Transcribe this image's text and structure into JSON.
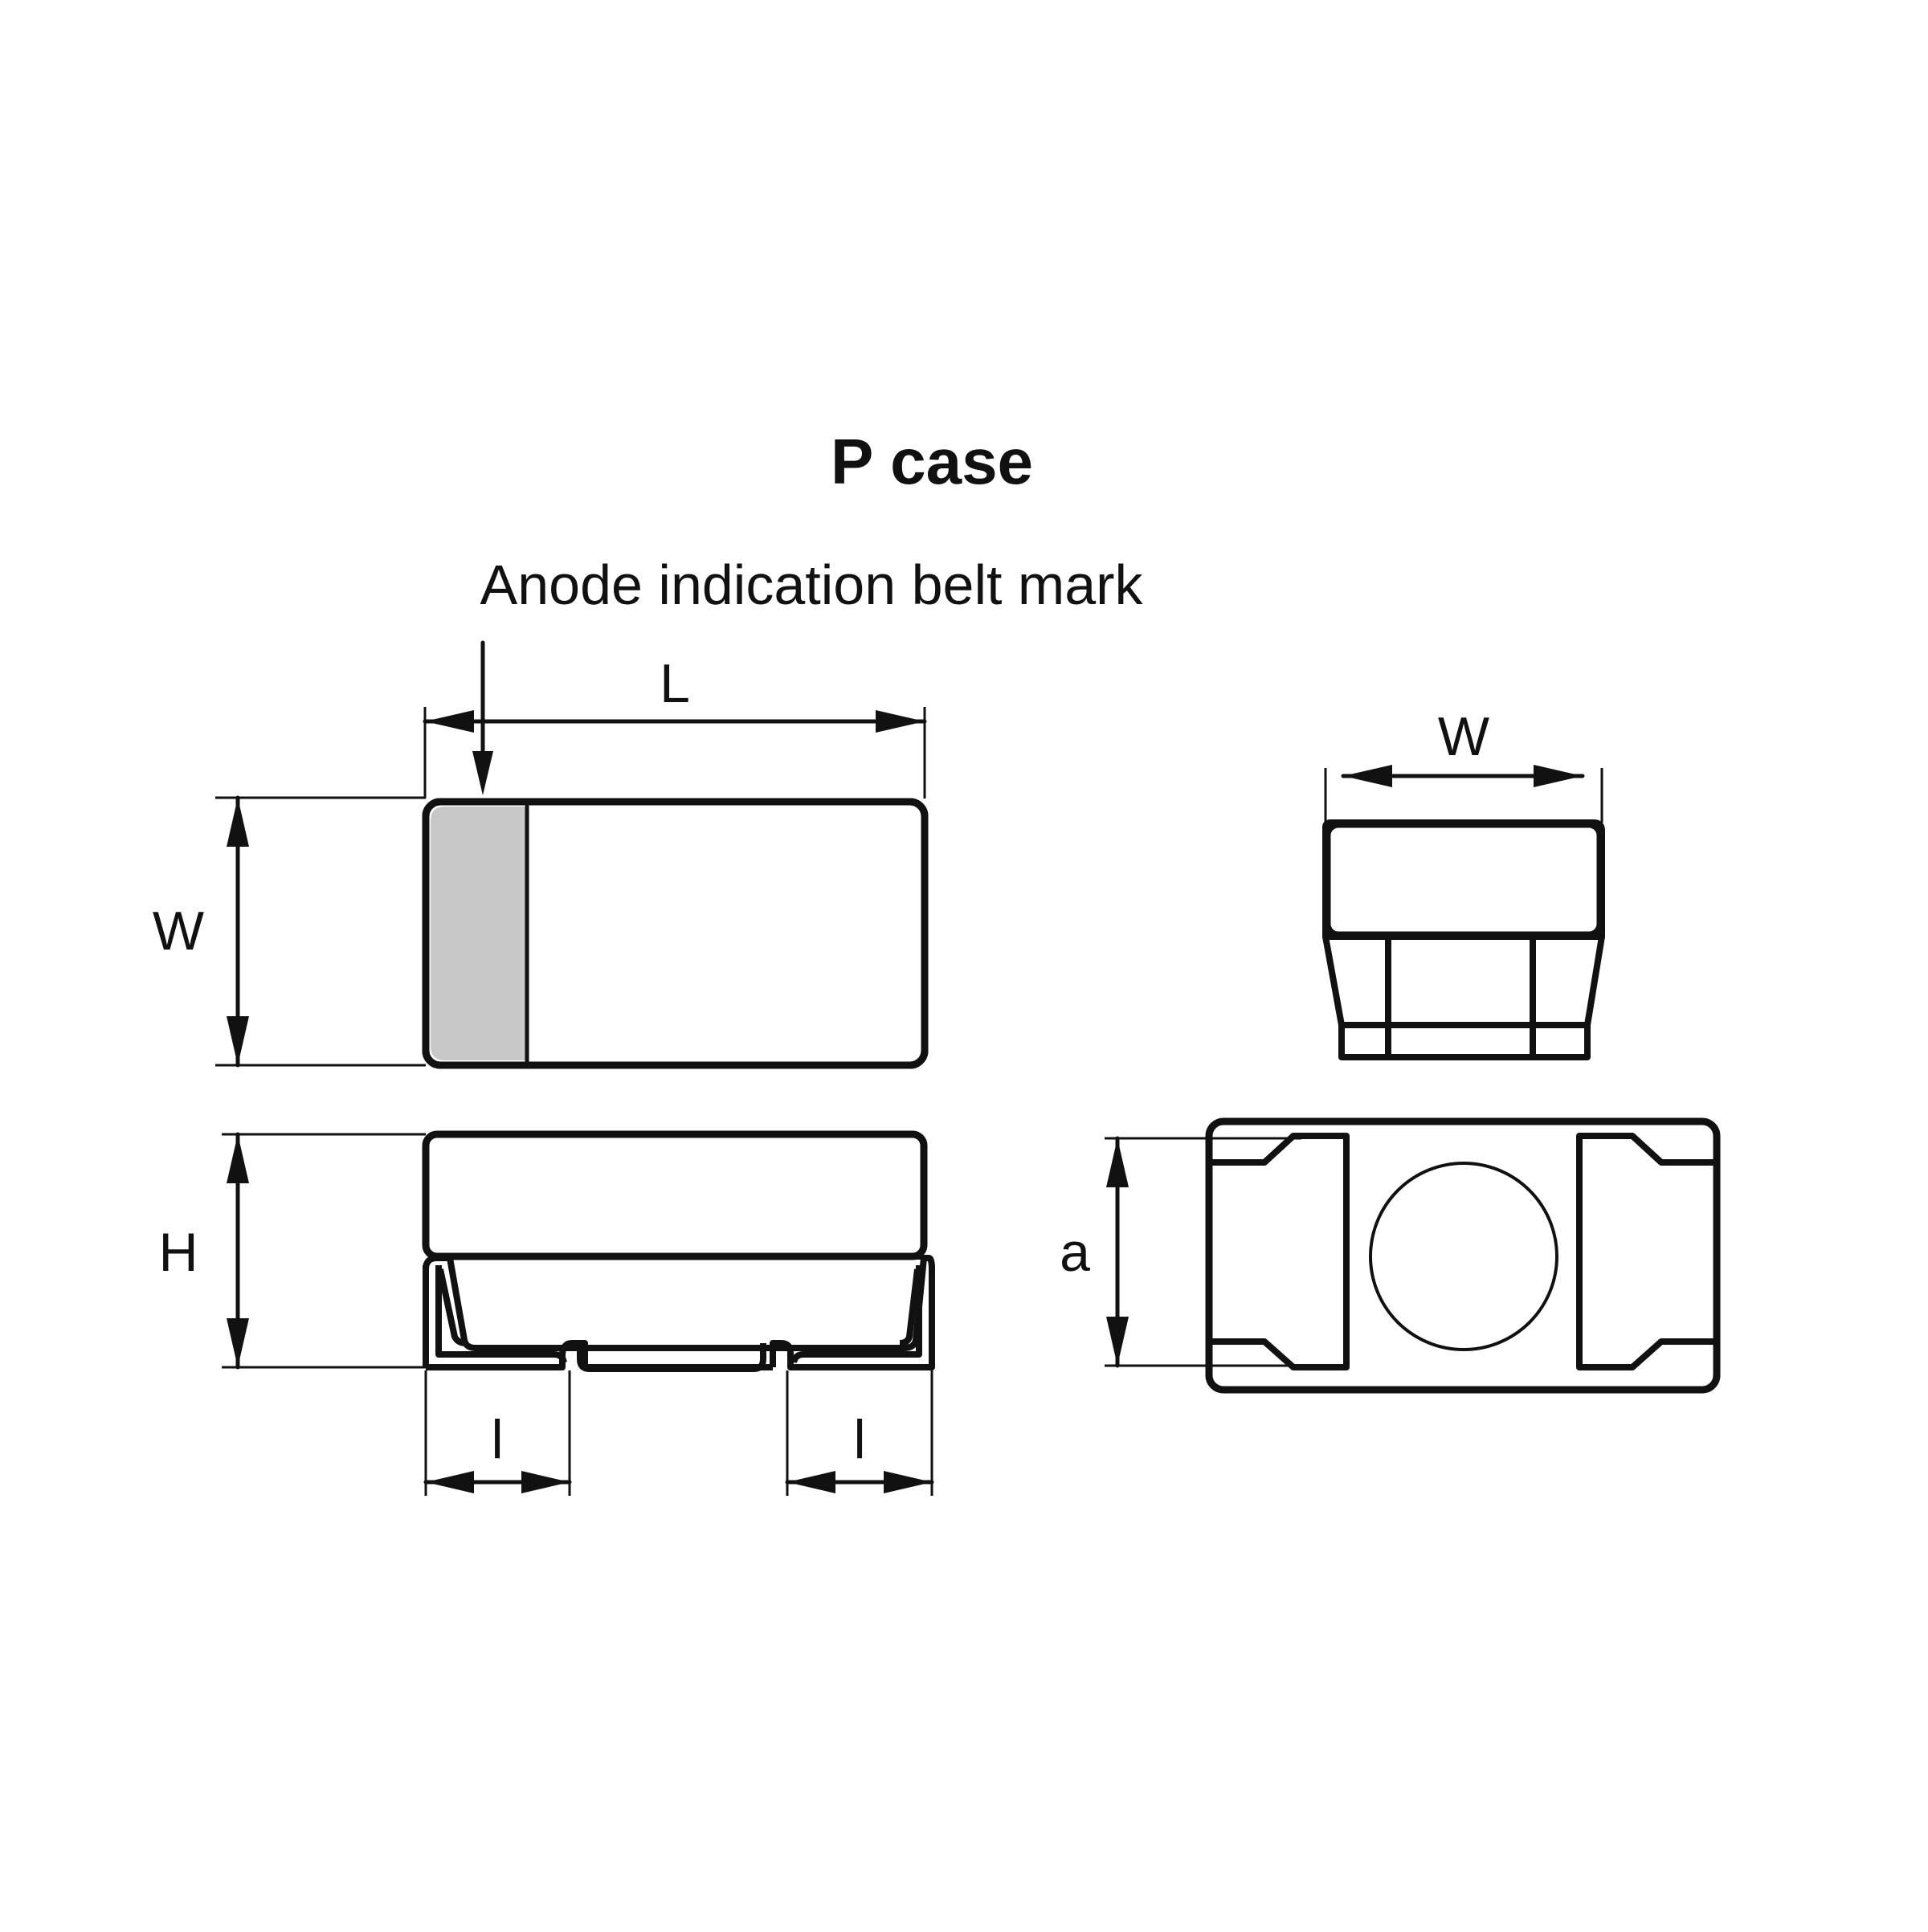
{
  "title": "P case",
  "annotation": "Anode indication belt mark",
  "dimensions": {
    "length": "L",
    "width_top_view": "W",
    "width_end_view": "W",
    "height": "H",
    "terminal_left": "l",
    "terminal_right": "l",
    "pad_width": "a"
  },
  "colors": {
    "line": "#111111",
    "anode_band": "#c8c8c8",
    "background": "#ffffff"
  }
}
